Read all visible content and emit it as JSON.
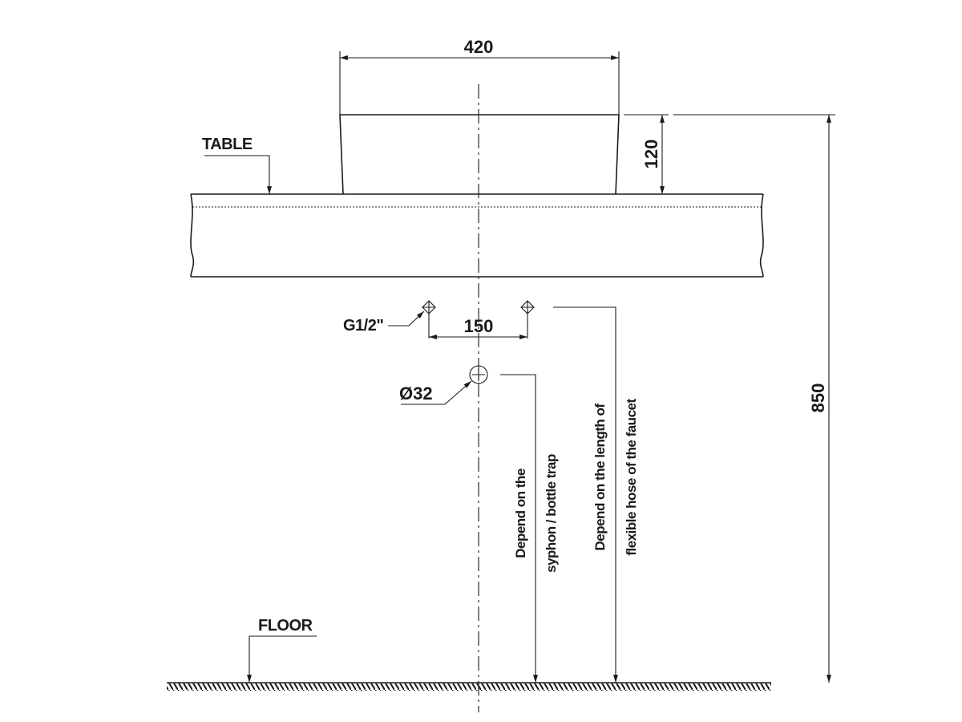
{
  "drawing": {
    "labels": {
      "table": "TABLE",
      "floor": "FLOOR",
      "valve_thread": "G1/2\"",
      "drain_diameter": "Ø32"
    },
    "dimensions": {
      "basin_width": "420",
      "basin_height": "120",
      "valve_spacing": "150",
      "total_height": "850"
    },
    "notes": {
      "drain_line1": "Depend on the",
      "drain_line2": "syphon / bottle trap",
      "valve_line1": "Depend on the length of",
      "valve_line2": "flexible hose of the faucet"
    }
  }
}
